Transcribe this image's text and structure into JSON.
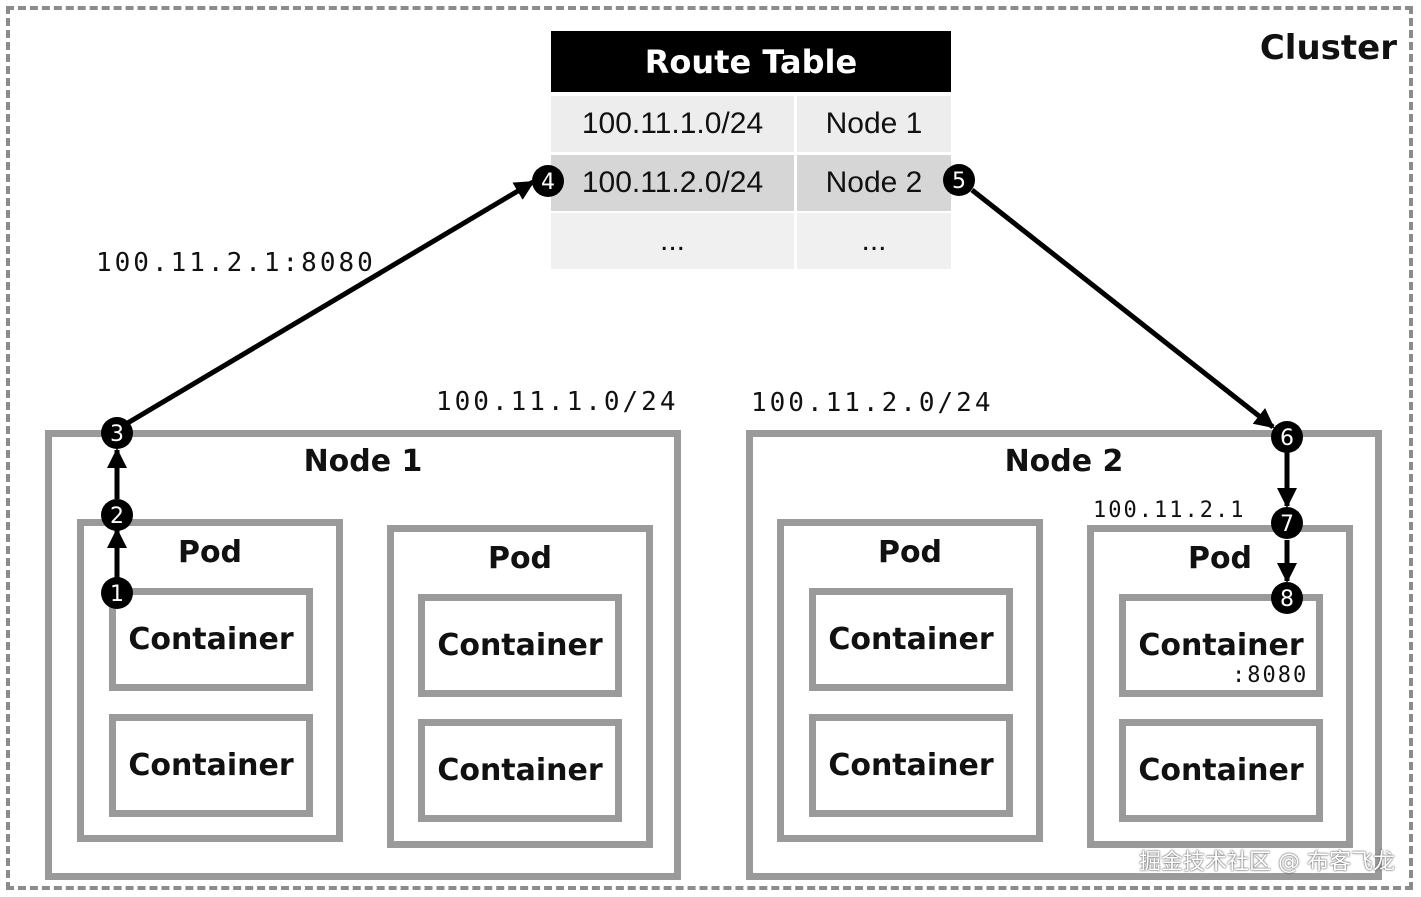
{
  "cluster": {
    "title": "Cluster"
  },
  "route_table": {
    "title": "Route Table",
    "rows": [
      {
        "cidr": "100.11.1.0/24",
        "node": "Node 1"
      },
      {
        "cidr": "100.11.2.0/24",
        "node": "Node 2"
      },
      {
        "cidr": "...",
        "node": "..."
      }
    ]
  },
  "labels": {
    "dest_address": "100.11.2.1:8080",
    "node1_cidr": "100.11.1.0/24",
    "node2_cidr": "100.11.2.0/24",
    "pod_ip": "100.11.2.1",
    "port": ":8080"
  },
  "node1": {
    "title": "Node 1",
    "pods": [
      {
        "title": "Pod",
        "containers": [
          "Container",
          "Container"
        ]
      },
      {
        "title": "Pod",
        "containers": [
          "Container",
          "Container"
        ]
      }
    ]
  },
  "node2": {
    "title": "Node 2",
    "pods": [
      {
        "title": "Pod",
        "containers": [
          "Container",
          "Container"
        ]
      },
      {
        "title": "Pod",
        "containers": [
          "Container",
          "Container"
        ]
      }
    ]
  },
  "steps": [
    "1",
    "2",
    "3",
    "4",
    "5",
    "6",
    "7",
    "8"
  ],
  "watermark": "掘金技术社区 @ 布客飞龙"
}
